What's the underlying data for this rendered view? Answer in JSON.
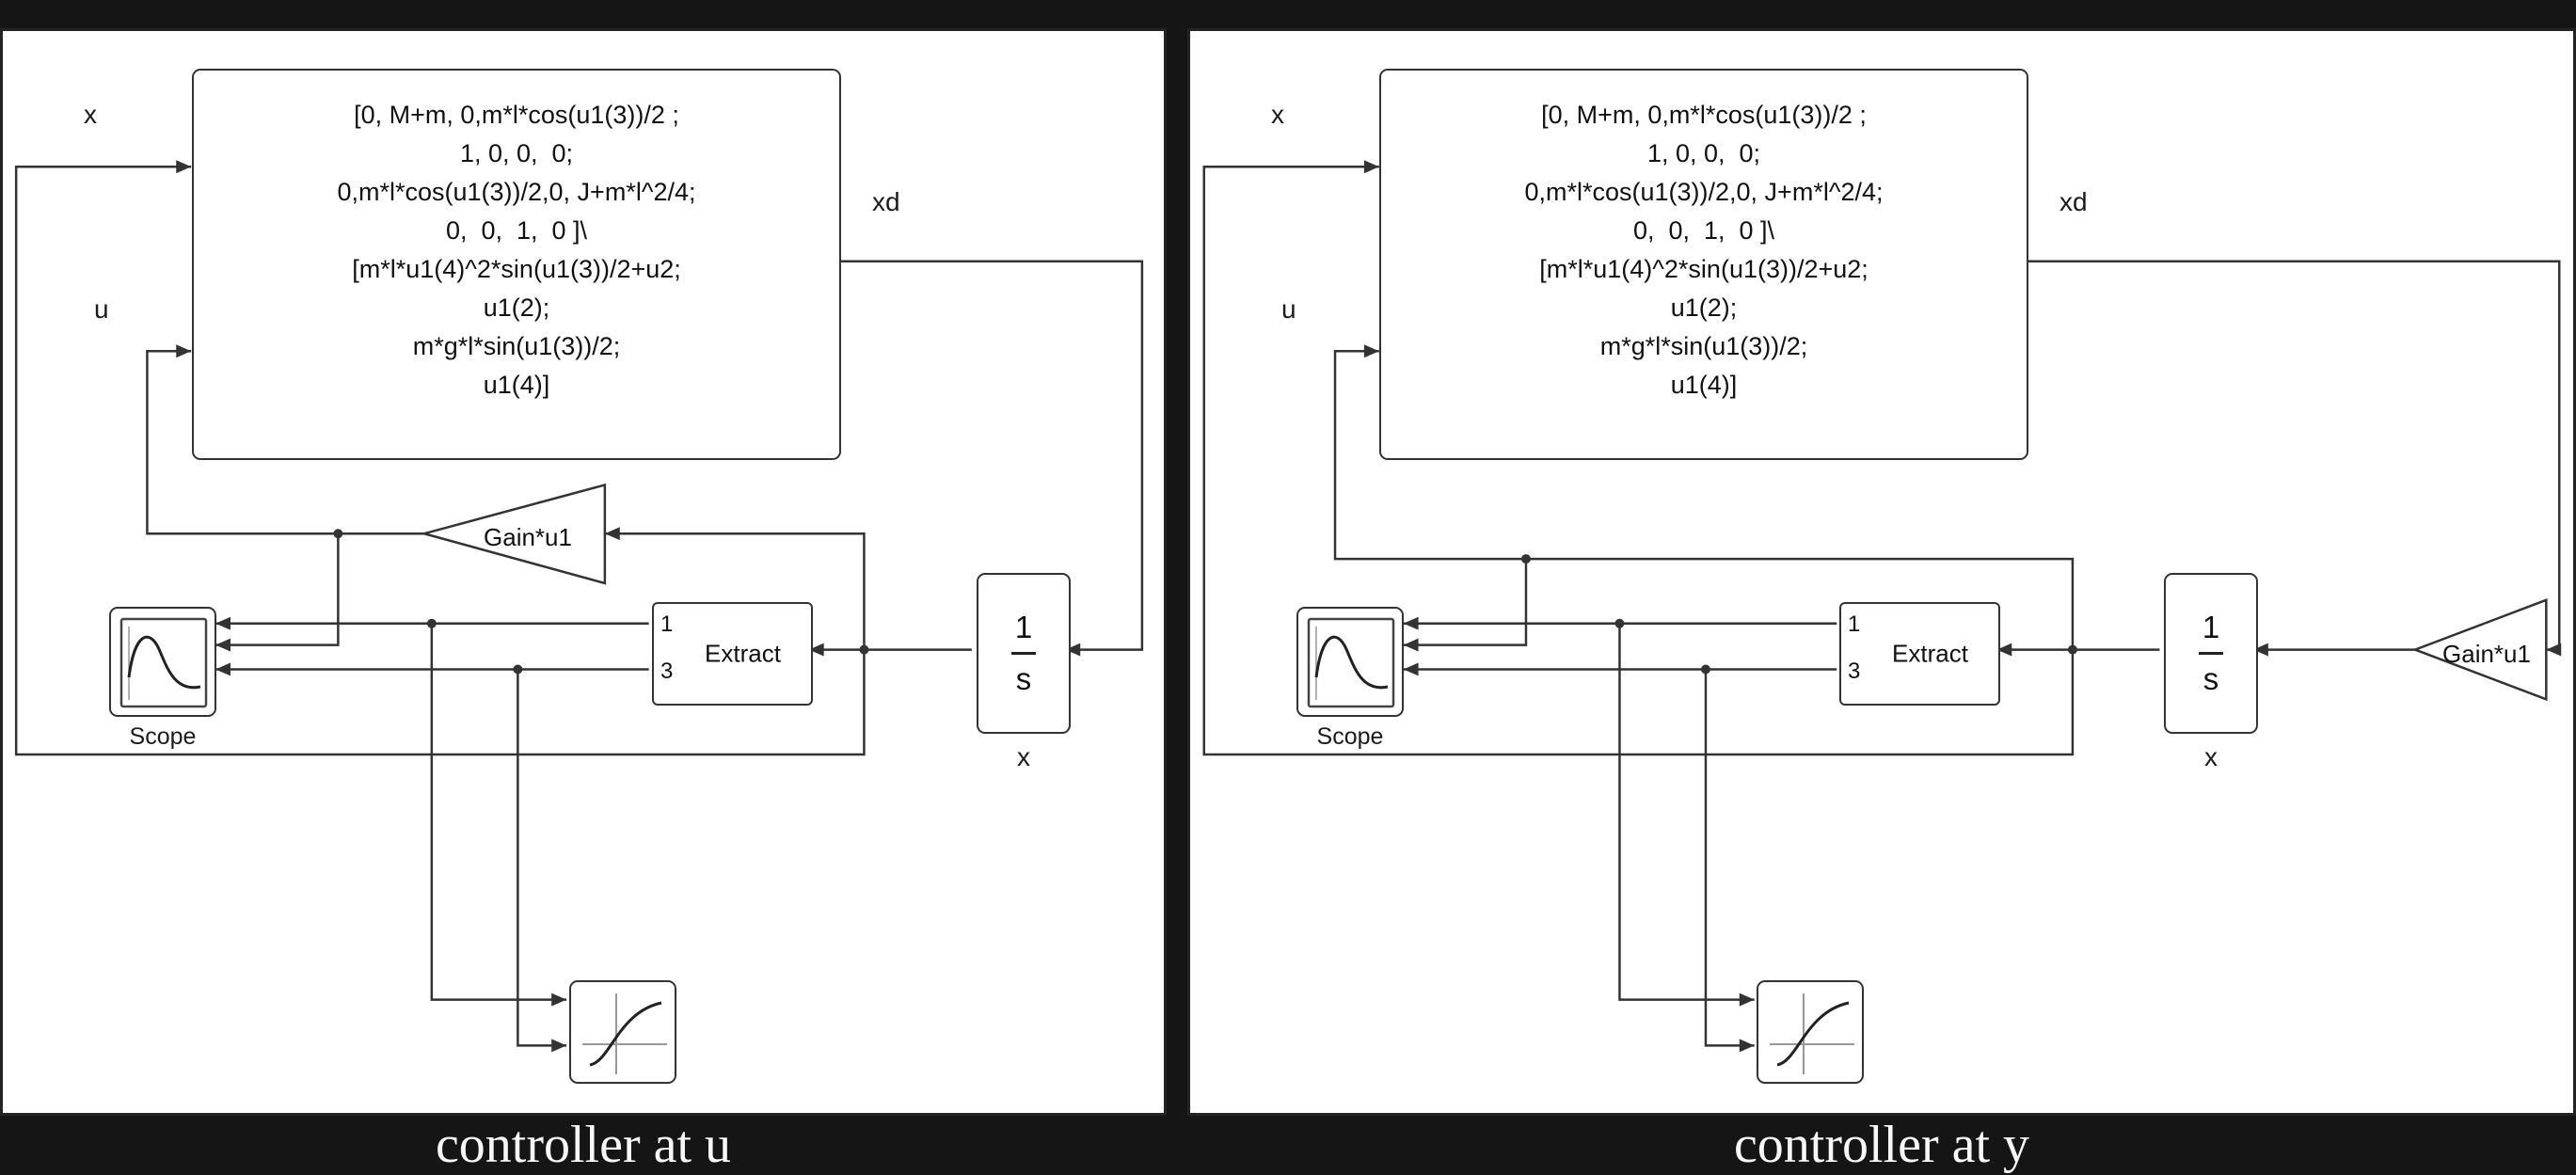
{
  "captions": {
    "left": "controller at u",
    "right": "controller at y"
  },
  "diagram": {
    "fcn_lines": [
      "[0, M+m, 0,m*l*cos(u1(3))/2 ;",
      "1, 0, 0,  0;",
      "0,m*l*cos(u1(3))/2,0, J+m*l^2/4;",
      "0,  0,  1,  0 ]\\",
      "[m*l*u1(4)^2*sin(u1(3))/2+u2;",
      "u1(2);",
      "m*g*l*sin(u1(3))/2;",
      "u1(4)]"
    ],
    "gain_label": "Gain*u1",
    "integrator": {
      "numerator": "1",
      "denominator": "s"
    },
    "extract": {
      "label": "Extract",
      "port_top": "1",
      "port_bottom": "3"
    },
    "labels": {
      "input_x": "x",
      "input_u": "u",
      "output_xd": "xd",
      "state_x": "x",
      "scope": "Scope"
    }
  },
  "icons": {
    "scope_display": "scope-curve-icon",
    "xy_graph": "xy-axes-icon"
  },
  "colors": {
    "wire": "#333333",
    "block_border": "#333333",
    "panel_background": "#ffffff",
    "frame_background": "#151515",
    "caption_text": "#f7f7f7"
  }
}
